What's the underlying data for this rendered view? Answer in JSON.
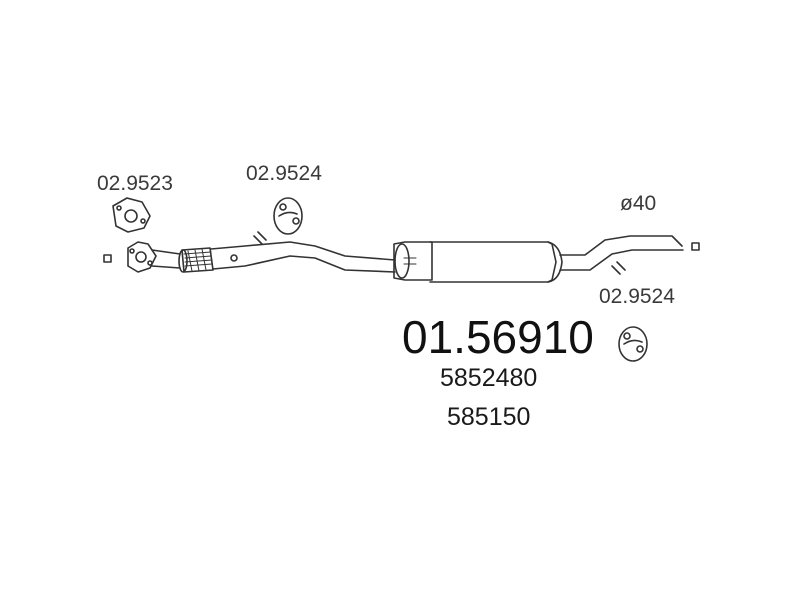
{
  "diagram": {
    "main_part_number": "01.56910",
    "oem_references": [
      "5852480",
      "585150"
    ],
    "diameter_label": "ø40",
    "accessories": [
      {
        "part": "02.9523",
        "type": "gasket"
      },
      {
        "part": "02.9524",
        "type": "rubber-hanger"
      },
      {
        "part": "02.9524",
        "type": "rubber-hanger"
      }
    ]
  }
}
